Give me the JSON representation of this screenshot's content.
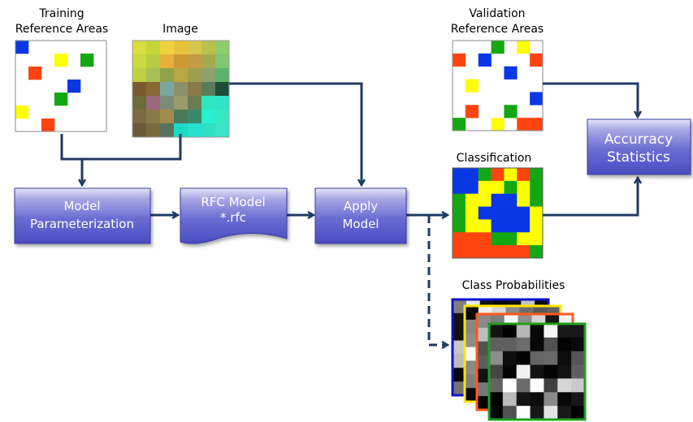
{
  "labels": {
    "training_line1": "Training",
    "training_line2": "Reference Areas",
    "image": "Image",
    "validation_line1": "Validation",
    "validation_line2": "Reference Areas",
    "classification": "Classification",
    "class_probabilities": "Class Probabilities"
  },
  "boxes": {
    "model_param_line1": "Model",
    "model_param_line2": "Parameterization",
    "rfc_model_line1": "RFC Model",
    "rfc_model_line2": "*.rfc",
    "apply_model_line1": "Apply",
    "apply_model_line2": "Model",
    "accuracy_line1": "Accurracy",
    "accuracy_line2": "Statistics"
  },
  "colors": {
    "arrow": "#1f3a64",
    "box_top": "#e2e3f7",
    "box_bottom": "#4e50c6",
    "grid_border": "#8a8a8a",
    "class_blue": "#0a37e6",
    "class_yellow": "#ffff00",
    "class_red": "#ff4410",
    "class_green": "#13a813",
    "prob_frame_blue": "#1010cc",
    "prob_frame_yellow": "#ffe600",
    "prob_frame_orange": "#ff5a1c",
    "prob_frame_green": "#20a020"
  }
}
